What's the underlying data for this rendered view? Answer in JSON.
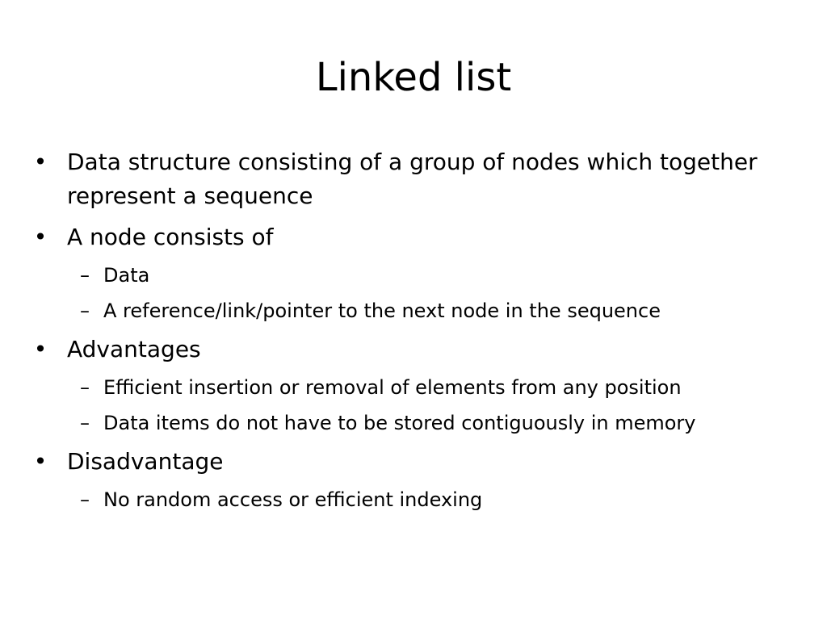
{
  "slide": {
    "title": "Linked list",
    "bullets": [
      {
        "text": "Data structure consisting of a group of nodes which together represent a sequence",
        "sub": []
      },
      {
        "text": "A node consists of",
        "sub": [
          "Data",
          "A reference/link/pointer to the next node in the sequence"
        ]
      },
      {
        "text": "Advantages",
        "sub": [
          "Efficient insertion or removal of elements from any position",
          "Data items do not have to be stored contiguously in memory"
        ]
      },
      {
        "text": "Disadvantage",
        "sub": [
          "No random access or efficient indexing"
        ]
      }
    ],
    "bullet_marker": "•",
    "sub_marker": "–"
  }
}
